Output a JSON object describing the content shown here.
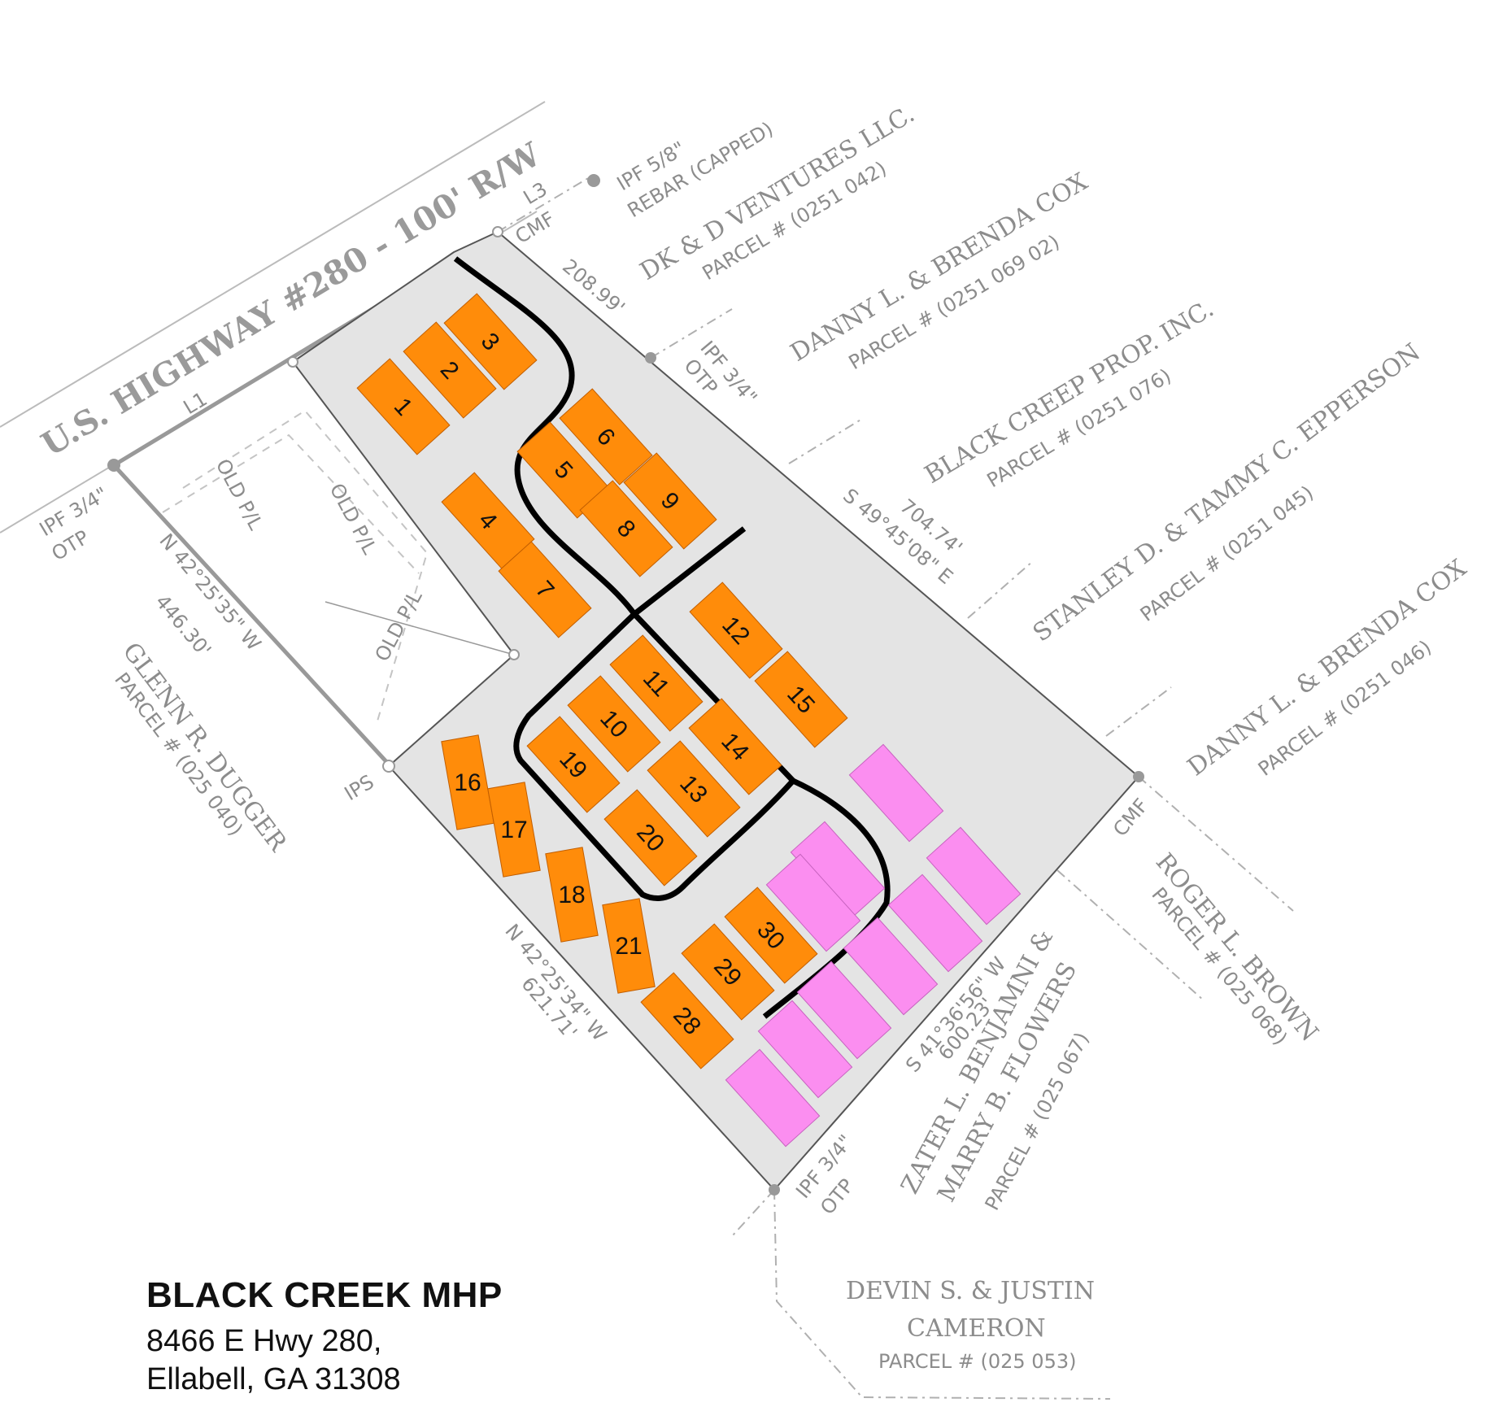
{
  "highway_label": "U.S. HIGHWAY #280 - 100' R/W",
  "lines": {
    "l1": "L1",
    "l3": "L3"
  },
  "markers": {
    "ipf_58": [
      "IPF 5/8\"",
      "REBAR (CAPPED)"
    ],
    "cmf_top": "CMF",
    "ipf_34_left": [
      "IPF 3/4\"",
      "OTP"
    ],
    "ipf_34_mid": [
      "IPF 3/4\"",
      "OTP"
    ],
    "ips": "IPS",
    "cmf_right": "CMF",
    "ipf_34_bottom": [
      "IPF 3/4\"",
      "OTP"
    ]
  },
  "old_pl": "OLD P/L",
  "bearings": {
    "top": "208.99'",
    "right_1": "704.74'",
    "right_2": "S 49°45'08\" E",
    "left_1": "N 42°25'35\" W",
    "left_2": "446.30'",
    "bottom_left_1": "N 42°25'34\" W",
    "bottom_left_2": "621.71'",
    "bottom_right_1": "S 41°36'56\" W",
    "bottom_right_2": "600.23'"
  },
  "owners": [
    {
      "name": "DK & D VENTURES LLC.",
      "parcel": "PARCEL # (0251 042)"
    },
    {
      "name": "DANNY L. & BRENDA COX",
      "parcel": "PARCEL # (0251 069 02)"
    },
    {
      "name": "BLACK CREEP PROP. INC.",
      "parcel": "PARCEL #  (0251 076)"
    },
    {
      "name": "STANLEY D. & TAMMY C. EPPERSON",
      "parcel": "PARCEL # (0251 045)"
    },
    {
      "name": "DANNY L. & BRENDA COX",
      "parcel": "PARCEL # (0251 046)"
    },
    {
      "name": "ROGER L. BROWN",
      "parcel": "PARCEL # (025 068)"
    },
    {
      "name": "ZATER L. BENJAMNI &",
      "name2": "MARRY B. FLOWERS",
      "parcel": "PARCEL # (025 067)"
    },
    {
      "name": "DEVIN S. & JUSTIN",
      "name2": "CAMERON",
      "parcel": "PARCEL # (025 053)"
    },
    {
      "name": "GLENN R. DUGGER",
      "parcel": "PARCEL # (025 040)"
    }
  ],
  "lots": [
    "1",
    "2",
    "3",
    "4",
    "5",
    "6",
    "7",
    "8",
    "9",
    "10",
    "11",
    "12",
    "13",
    "14",
    "15",
    "16",
    "17",
    "18",
    "19",
    "20",
    "21",
    "28",
    "29",
    "30"
  ],
  "colors": {
    "lot": "#ff8c0a",
    "future_lot": "#fb8ef0",
    "parcel": "#e4e4e4",
    "road": "#000000"
  },
  "title": {
    "name": "BLACK CREEK MHP",
    "address_line1": "8466 E Hwy 280,",
    "address_line2": "Ellabell, GA 31308"
  }
}
